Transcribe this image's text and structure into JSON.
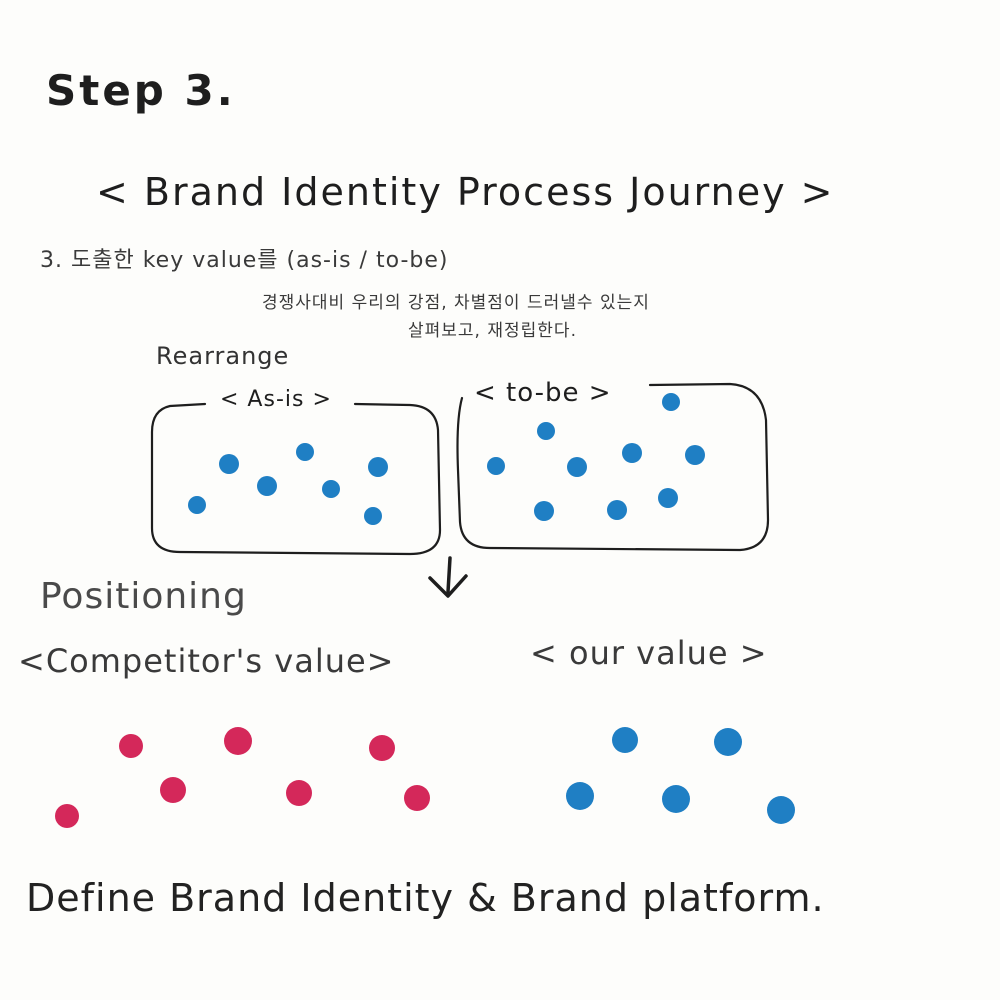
{
  "header": {
    "step_title": "Step 3.",
    "process_title": "< Brand Identity Process Journey >"
  },
  "note": {
    "line1": "3. 도출한 key value를 (as-is / to-be)",
    "line2": "경쟁사대비 우리의 강점, 차별점이 드러낼수 있는지",
    "line3": "살펴보고, 재정립한다."
  },
  "rearrange": {
    "label": "Rearrange",
    "asis_label": "< As-is >",
    "tobe_label": "< to-be >"
  },
  "positioning": {
    "label": "Positioning",
    "competitor_label": "<Competitor's value>",
    "our_label": "< our value >"
  },
  "footer": {
    "define_label": "Define Brand Identity & Brand platform."
  },
  "colors": {
    "ink": "#1e1e1e",
    "blue_dot": "#1f7fc4",
    "red_dot": "#d4285a"
  }
}
